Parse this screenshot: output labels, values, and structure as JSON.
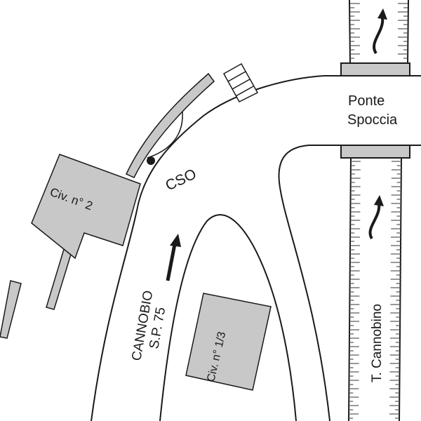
{
  "labels": {
    "bridge_line1": "Ponte",
    "bridge_line2": "Spoccia",
    "junction": "CSO",
    "building_2": "Civ. n° 2",
    "building_1_3": "Civ. n° 1/3",
    "road_line1": "CANNOBIO",
    "road_line2": "S.P. 75",
    "river": "T. Cannobino"
  },
  "colors": {
    "building_fill": "#c8c8c8",
    "line": "#1a1a1a",
    "tick": "#555555",
    "background": "#ffffff"
  }
}
